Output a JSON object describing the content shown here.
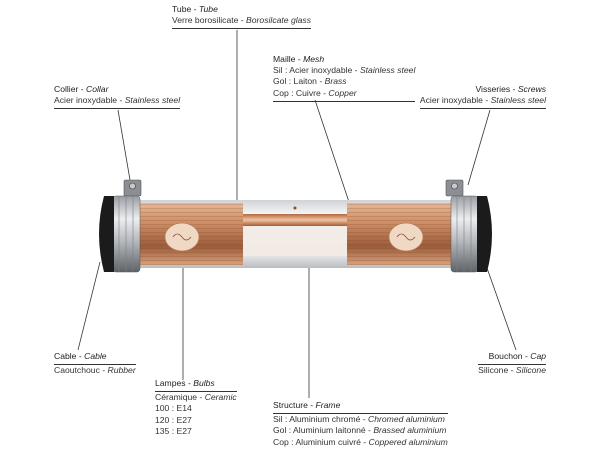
{
  "callouts": {
    "tube": {
      "title_fr": "Tube",
      "title_en": "Tube",
      "lines": [
        {
          "fr": "Verre borosilicate",
          "en": "Borosilcate glass"
        }
      ]
    },
    "mesh": {
      "title_fr": "Maille",
      "title_en": "Mesh",
      "lines": [
        {
          "fr": "Sil : Acier inoxydable",
          "en": "Stainless steel"
        },
        {
          "fr": "Gol : Laiton",
          "en": "Brass"
        },
        {
          "fr": "Cop : Cuivre",
          "en": "Copper"
        }
      ]
    },
    "collar": {
      "title_fr": "Collier",
      "title_en": "Collar",
      "lines": [
        {
          "fr": "Acier inoxydable",
          "en": "Stainless steel"
        }
      ]
    },
    "screws": {
      "title_fr": "Visseries",
      "title_en": "Screws",
      "lines": [
        {
          "fr": "Acier inoxydable",
          "en": "Stainless steel"
        }
      ]
    },
    "cable": {
      "title_fr": "Cable",
      "title_en": "Cable",
      "lines": [
        {
          "fr": "Caoutchouc",
          "en": "Rubber"
        }
      ]
    },
    "bulbs": {
      "title_fr": "Lampes",
      "title_en": "Bulbs",
      "lines": [
        {
          "fr": "Céramique",
          "en": "Ceramic"
        },
        {
          "fr": "100 : E14",
          "en": ""
        },
        {
          "fr": "120 : E27",
          "en": ""
        },
        {
          "fr": "135 : E27",
          "en": ""
        }
      ]
    },
    "cap": {
      "title_fr": "Bouchon",
      "title_en": "Cap",
      "lines": [
        {
          "fr": "Silicone",
          "en": "Silicone"
        }
      ]
    },
    "frame": {
      "title_fr": "Structure",
      "title_en": "Frame",
      "lines": [
        {
          "fr": "Sil : Aluminium chromé",
          "en": "Chromed aluminium"
        },
        {
          "fr": "Gol : Aluminium laitonné",
          "en": "Brassed aluminium"
        },
        {
          "fr": "Cop : Aluminium cuivré",
          "en": "Coppered aluminium"
        }
      ]
    }
  },
  "separator": " - ",
  "colors": {
    "copper": "#c98a62",
    "copper_dark": "#8a4f2e",
    "cap": "#1b1b1b",
    "line": "#333333"
  }
}
